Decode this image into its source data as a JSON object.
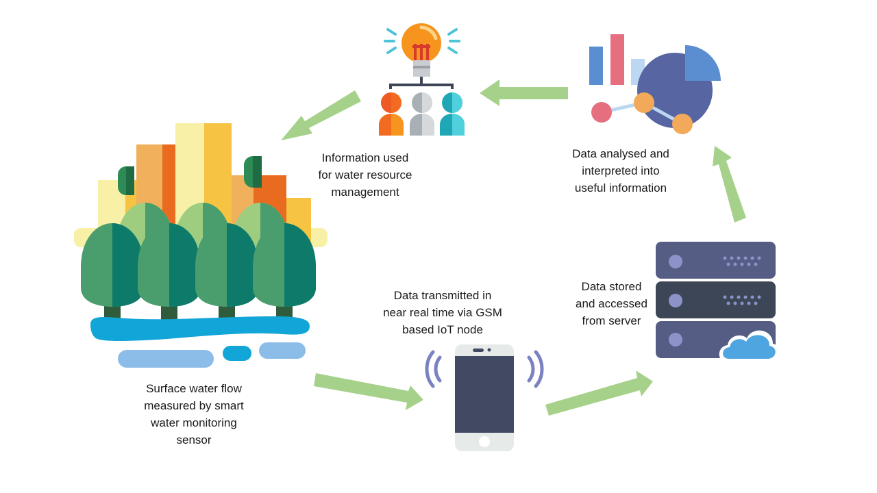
{
  "colors": {
    "arrow": "#a6d18a",
    "tree_dark": "#0e7a6a",
    "tree_mid": "#4a9d6c",
    "tree_light": "#9fcd80",
    "river": "#12a6d8",
    "river_light": "#8bbde8",
    "building_yellow": "#f6c342",
    "building_orange": "#e96b1f",
    "building_pale": "#f7f0a6",
    "phone_body": "#e6ebea",
    "phone_screen": "#424a63",
    "signal": "#7b82c2",
    "server_dark": "#3d4656",
    "server_mid": "#565d85",
    "cloud": "#4fa5e0",
    "bulb": "#f7941d",
    "pie": "#5765a3"
  },
  "steps": [
    {
      "id": "sensor",
      "icon": "forest-river-city-icon",
      "lines": [
        "Surface water flow",
        "measured by smart",
        "water monitoring",
        "sensor"
      ]
    },
    {
      "id": "transmit",
      "icon": "smartphone-signal-icon",
      "lines": [
        "Data transmitted in",
        "near real time via GSM",
        "based IoT node"
      ]
    },
    {
      "id": "server",
      "icon": "server-cloud-icon",
      "lines": [
        "Data stored",
        "and accessed",
        "from server"
      ]
    },
    {
      "id": "analyse",
      "icon": "analytics-chart-icon",
      "lines": [
        "Data analysed and",
        "interpreted into",
        "useful information"
      ]
    },
    {
      "id": "manage",
      "icon": "idea-people-icon",
      "lines": [
        "Information used",
        "for water resource",
        "management"
      ]
    }
  ]
}
